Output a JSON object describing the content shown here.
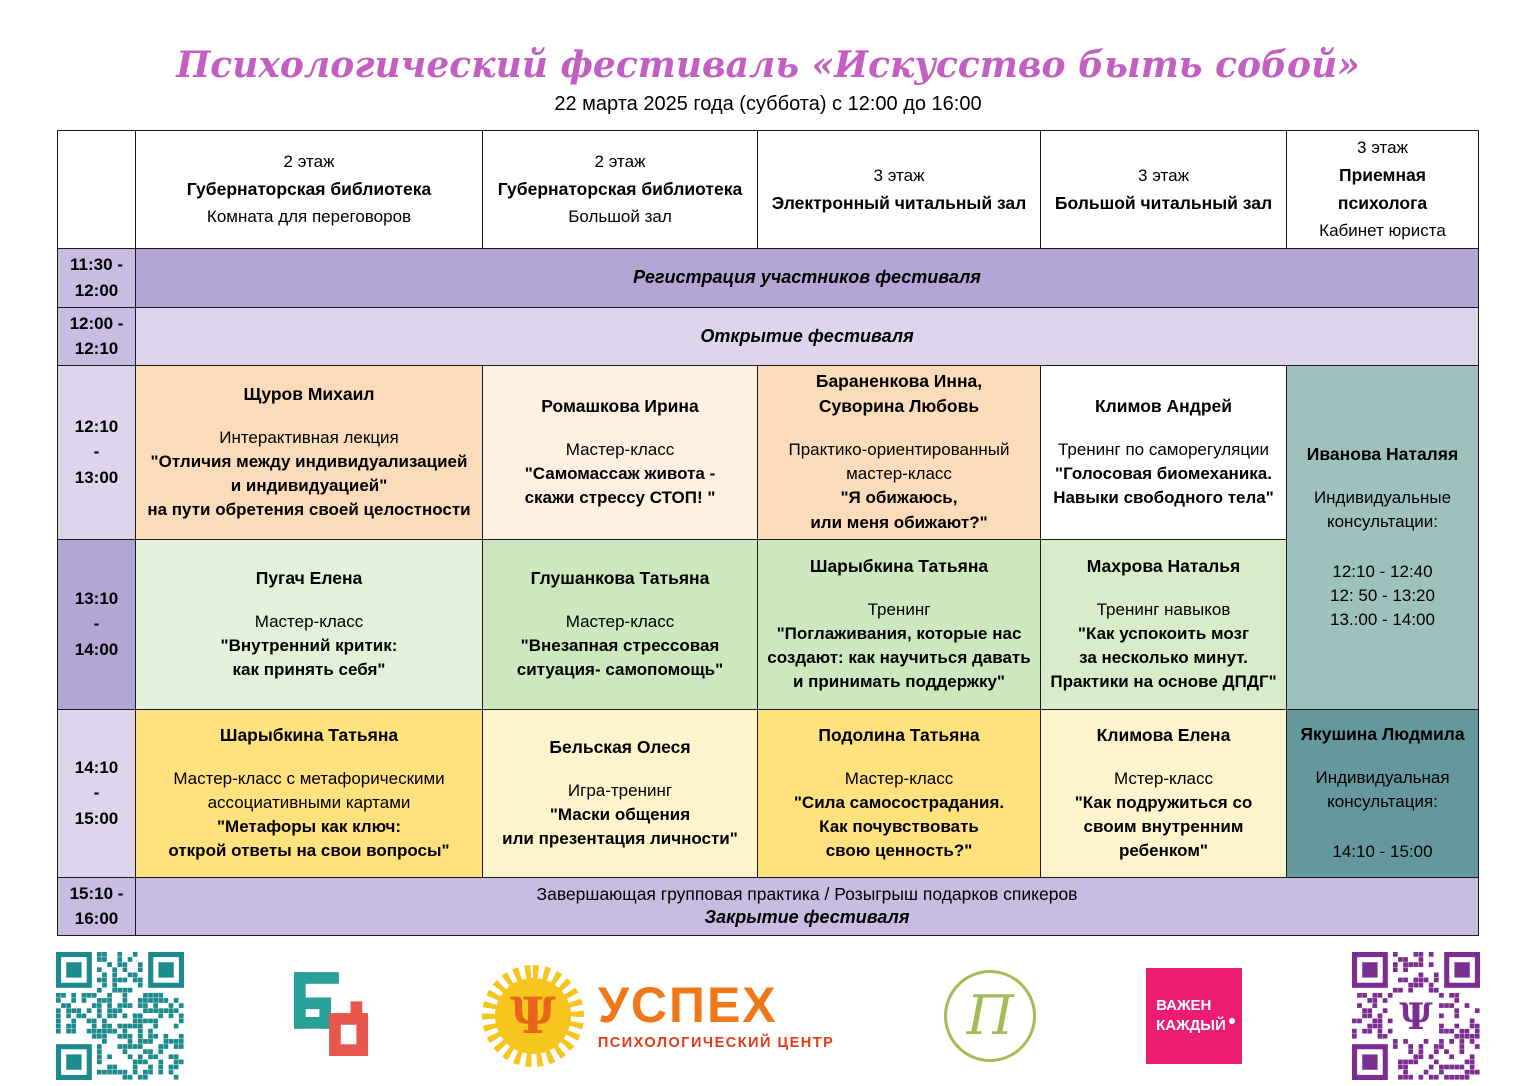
{
  "palette": {
    "title_color": "#c35ec3",
    "purple_medium": "#b2a6d4",
    "purple_soft": "#c7bce2",
    "purple_light": "#dcd5ec",
    "peach": "#fbdcba",
    "peach_light": "#fdf0e1",
    "green": "#cde7bf",
    "green_light": "#e4f1da",
    "green_pale": "#d8ecca",
    "yellow": "#ffe27d",
    "yellow_light": "#fdf3cd",
    "teal": "#9fc1bd",
    "teal_dark": "#64989c",
    "qr_left": "#1d8b8d",
    "qr_right": "#7c2d92",
    "uspeh_orange": "#f07818",
    "uspeh_red": "#e23a12",
    "uspeh_yellow": "#f6c51e",
    "monogram_green": "#a3bc55",
    "vazhen_pink": "#ee1b73",
    "b6_teal": "#2aa198",
    "b6_red": "#e8574e"
  },
  "header": {
    "title": "Психологический фестиваль «Искусство быть собой»",
    "subtitle": "22 марта 2025 года (суббота) с 12:00 до 16:00"
  },
  "columns": [
    {
      "floor": "2 этаж",
      "name": "Губернаторская библиотека",
      "room": "Комната для переговоров"
    },
    {
      "floor": "2 этаж",
      "name": "Губернаторская библиотека",
      "room": "Большой зал"
    },
    {
      "floor": "3 этаж",
      "name": "Электронный читальный зал"
    },
    {
      "floor": "3 этаж",
      "name": "Большой читальный зал"
    },
    {
      "floor": "3 этаж",
      "name": "Приемная психолога",
      "room": "Кабинет юриста"
    }
  ],
  "rows": {
    "registration": {
      "time": "11:30 -\n12:00",
      "label": "Регистрация участников фестиваля"
    },
    "opening": {
      "time": "12:00 -\n12:10",
      "label": "Открытие фестиваля"
    },
    "closing": {
      "time": "15:10 -\n16:00",
      "label_line1": "Завершающая групповая практика / Розыгрыш подарков спикеров",
      "label_line2": "Закрытие фестиваля"
    }
  },
  "slot1": {
    "time": "12:10\n-\n13:00",
    "cells": [
      {
        "speaker": "Щуров Михаил",
        "format": "Интерактивная лекция",
        "title": "\"Отличия между индивидуализацией\nи индивидуацией\"\nна пути обретения своей целостности"
      },
      {
        "speaker": "Ромашкова Ирина",
        "format": "Мастер-класс",
        "title": "\"Самомассаж живота -\nскажи стрессу СТОП! \""
      },
      {
        "speaker": "Бараненкова Инна,\nСуворина Любовь",
        "format": "Практико-ориентированный\nмастер-класс",
        "title": "\"Я обижаюсь,\nили меня обижают?\""
      },
      {
        "speaker": "Климов Андрей",
        "format": "Тренинг по саморегуляции",
        "title": "\"Голосовая биомеханика.\nНавыки свободного тела\""
      }
    ]
  },
  "slot2": {
    "time": "13:10\n-\n14:00",
    "cells": [
      {
        "speaker": "Пугач Елена",
        "format": "Мастер-класс",
        "title": "\"Внутренний критик:\nкак принять себя\""
      },
      {
        "speaker": "Глушанкова Татьяна",
        "format": "Мастер-класс",
        "title": "\"Внезапная стрессовая\nситуация- самопомощь\""
      },
      {
        "speaker": "Шарыбкина Татьяна",
        "format": "Тренинг",
        "title": "\"Поглаживания, которые нас\nсоздают: как научиться давать\nи принимать поддержку\""
      },
      {
        "speaker": "Махрова Наталья",
        "format": "Тренинг навыков",
        "title": "\"Как успокоить мозг\nза несколько минут.\nПрактики на основе ДПДГ\""
      }
    ]
  },
  "slot3": {
    "time": "14:10\n-\n15:00",
    "cells": [
      {
        "speaker": "Шарыбкина Татьяна",
        "format": "Мастер-класс с метафорическими\nассоциативными картами",
        "title": "\"Метафоры как ключ:\nоткрой ответы на свои вопросы\""
      },
      {
        "speaker": "Бельская Олеся",
        "format": "Игра-тренинг",
        "title": "\"Маски общения\nили презентация личности\""
      },
      {
        "speaker": "Подолина Татьяна",
        "format": "Мастер-класс",
        "title": "\"Сила самосострадания.\nКак почувствовать\nсвою ценность?\""
      },
      {
        "speaker": "Климова Елена",
        "format": "Мстер-класс",
        "title": "\"Как подружиться со\nсвоим внутренним\nребенком\""
      }
    ]
  },
  "consult1": {
    "speaker": "Иванова Наталяя",
    "format": "Индивидуальные\nконсультации:",
    "times": "12:10 - 12:40\n12: 50 - 13:20\n13.:00 - 14:00"
  },
  "consult2": {
    "speaker": "Якушина Людмила",
    "format": "Индивидуальная\nконсультация:",
    "times": "14:10 - 15:00"
  },
  "footer": {
    "uspeh": {
      "psi": "Ψ",
      "title": "УСПЕХ",
      "subtitle": "ПСИХОЛОГИЧЕСКИЙ ЦЕНТР"
    },
    "monogram_letter": "П",
    "vazhen": {
      "line1": "ВАЖЕН",
      "line2": "КАЖДЫЙ"
    },
    "qr_glyph": "Ψ"
  }
}
